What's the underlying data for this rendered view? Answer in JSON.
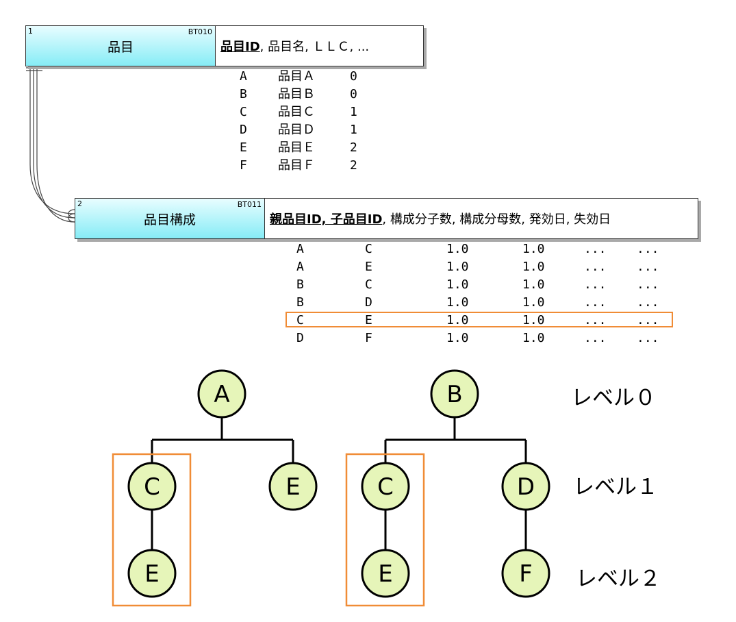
{
  "entities": {
    "item": {
      "num": "1",
      "code": "BT010",
      "name": "品目",
      "key": "品目ID",
      "attrs_rest": ", 品目名, ＬＬＣ, ..."
    },
    "structure": {
      "num": "2",
      "code": "BT011",
      "name": "品目構成",
      "key": "親品目ID, 子品目ID",
      "attrs_rest": ", 構成分子数, 構成分母数, 発効日, 失効日"
    }
  },
  "item_rows": [
    [
      "A",
      "品目Ａ",
      "0"
    ],
    [
      "B",
      "品目Ｂ",
      "0"
    ],
    [
      "C",
      "品目Ｃ",
      "1"
    ],
    [
      "D",
      "品目Ｄ",
      "1"
    ],
    [
      "E",
      "品目Ｅ",
      "2"
    ],
    [
      "F",
      "品目Ｆ",
      "2"
    ]
  ],
  "structure_rows": [
    [
      "A",
      "C",
      "1.0",
      "1.0",
      "...",
      "..."
    ],
    [
      "A",
      "E",
      "1.0",
      "1.0",
      "...",
      "..."
    ],
    [
      "B",
      "C",
      "1.0",
      "1.0",
      "...",
      "..."
    ],
    [
      "B",
      "D",
      "1.0",
      "1.0",
      "...",
      "..."
    ],
    [
      "C",
      "E",
      "1.0",
      "1.0",
      "...",
      "..."
    ],
    [
      "D",
      "F",
      "1.0",
      "1.0",
      "...",
      "..."
    ]
  ],
  "highlighted_structure_row": 4,
  "tree": {
    "nodes": [
      "A",
      "C",
      "E",
      "E",
      "B",
      "C",
      "D",
      "E",
      "F"
    ],
    "levels": [
      "レベル０",
      "レベル１",
      "レベル２"
    ]
  },
  "colors": {
    "entity_header": "#86ecf6",
    "node_fill": "#e6f5b9",
    "highlight": "#f08c36"
  }
}
